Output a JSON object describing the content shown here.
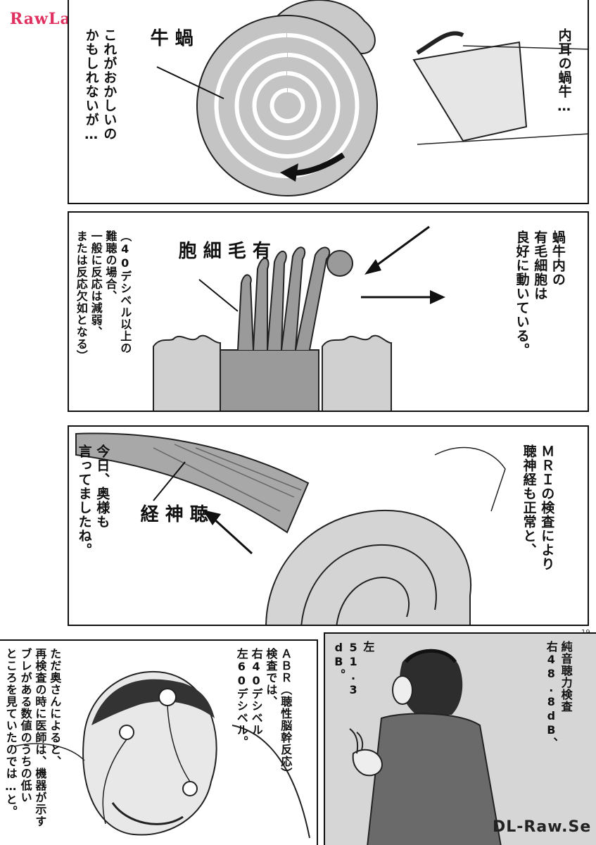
{
  "watermark_top": "RawLazy.Si",
  "watermark_bottom": "DL-Raw.Se",
  "page_number": "19",
  "panel1": {
    "left_caption": "これがおかしいの\nかもしれないが…",
    "label": "蝸\n牛",
    "right_caption": "内耳の蝸牛…"
  },
  "panel2": {
    "right_caption": "蝸牛内の\n有毛細胞は\n良好に動いている。",
    "label": "有\n毛\n細\n胞",
    "note": "（40デシベル以上の\n難聴の場合、\n一般に反応は減弱、\nまたは反応欠如となる）"
  },
  "panel3": {
    "right_caption": "ＭＲＩの検査により\n聴神経も正常と、",
    "left_caption": "今日、奥様も\n言ってましたね。",
    "label": "聴\n神\n経"
  },
  "panel4": {
    "abr_caption": "ＡＢＲ（聴性脳幹反応）\n検査では、\n右40デシベル\n左60デシベル。",
    "left_caption": "ただ奥さんによると、\n再検査の時に医師は、機器が示す\nブレがある数値のうちの低い\nところを見ていたのでは…と。"
  },
  "panel5": {
    "right_caption": "純音聴力検査\n右48.8dB、",
    "left_caption": "左\n51.3\ndB。"
  }
}
